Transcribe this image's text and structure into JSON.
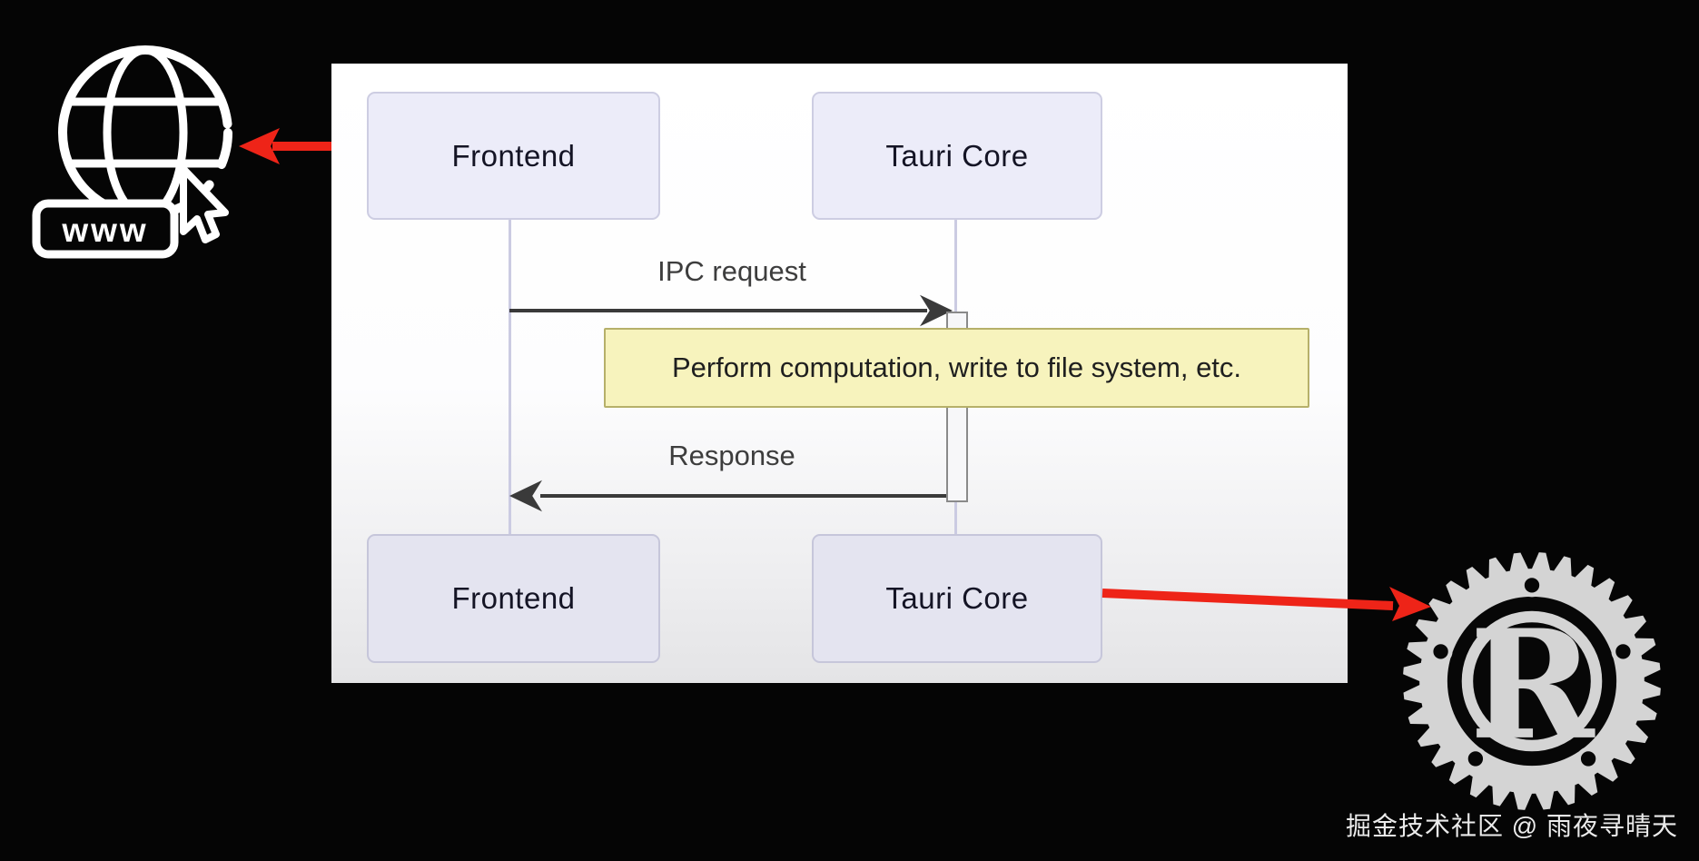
{
  "window": {
    "watermark": "掘金技术社区 @ 雨夜寻晴天"
  },
  "icons": {
    "globe": "www-globe-with-cursor",
    "globe_badge": "www",
    "rust": "rust-logo",
    "rust_letter": "R"
  },
  "sequence": {
    "participants": [
      {
        "label": "Frontend"
      },
      {
        "label": "Tauri Core"
      }
    ],
    "messages": [
      {
        "label": "IPC request",
        "from": "Frontend",
        "to": "Tauri Core",
        "direction": "right"
      },
      {
        "label": "Response",
        "from": "Tauri Core",
        "to": "Frontend",
        "direction": "left"
      }
    ],
    "note": {
      "text": "Perform computation, write to file system, etc.",
      "attached_to": "Tauri Core"
    }
  },
  "colors": {
    "background": "#050505",
    "panel_top": "#ffffff",
    "panel_bottom": "#e4e4e6",
    "actor_fill_top": "#ececf9",
    "actor_fill_bottom": "#e4e4f0",
    "actor_border": "#cdcde2",
    "lifeline": "#cbcbe2",
    "message_arrow": "#3a3a3a",
    "note_fill": "#f7f3bd",
    "note_border": "#b6b06a",
    "red_arrow": "#ee2418",
    "icon_stroke": "#ffffff",
    "rust_gray": "#d4d4d4"
  }
}
